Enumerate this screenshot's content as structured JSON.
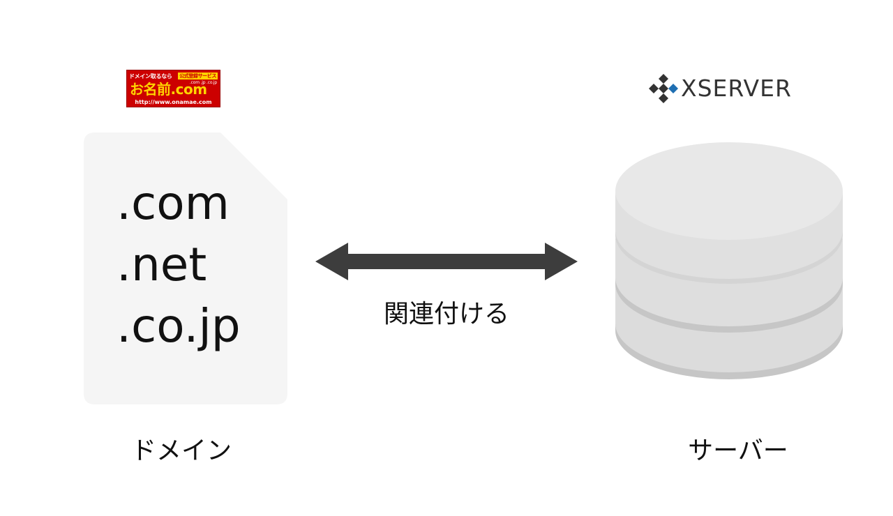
{
  "onamae_logo": {
    "tagline": "ドメイン取るなら",
    "badge": "公式登録サービス",
    "brand": "お名前.com",
    "tlds": ".com .jp .co.jp",
    "url": "http://www.onamae.com"
  },
  "xserver_logo": {
    "wordmark": "XSERVER",
    "mark_colors": [
      "#333333",
      "#1f6fb2"
    ]
  },
  "domain_document": {
    "tlds": [
      ".com",
      ".net",
      ".co.jp"
    ]
  },
  "connector": {
    "label": "関連付ける",
    "arrow": "bidirectional"
  },
  "captions": {
    "domain": "ドメイン",
    "server": "サーバー"
  },
  "colors": {
    "document_fill": "#f5f5f5",
    "arrow": "#3d3d3d",
    "server_light": "#e6e6e6",
    "server_dark": "#c4c4c4"
  }
}
